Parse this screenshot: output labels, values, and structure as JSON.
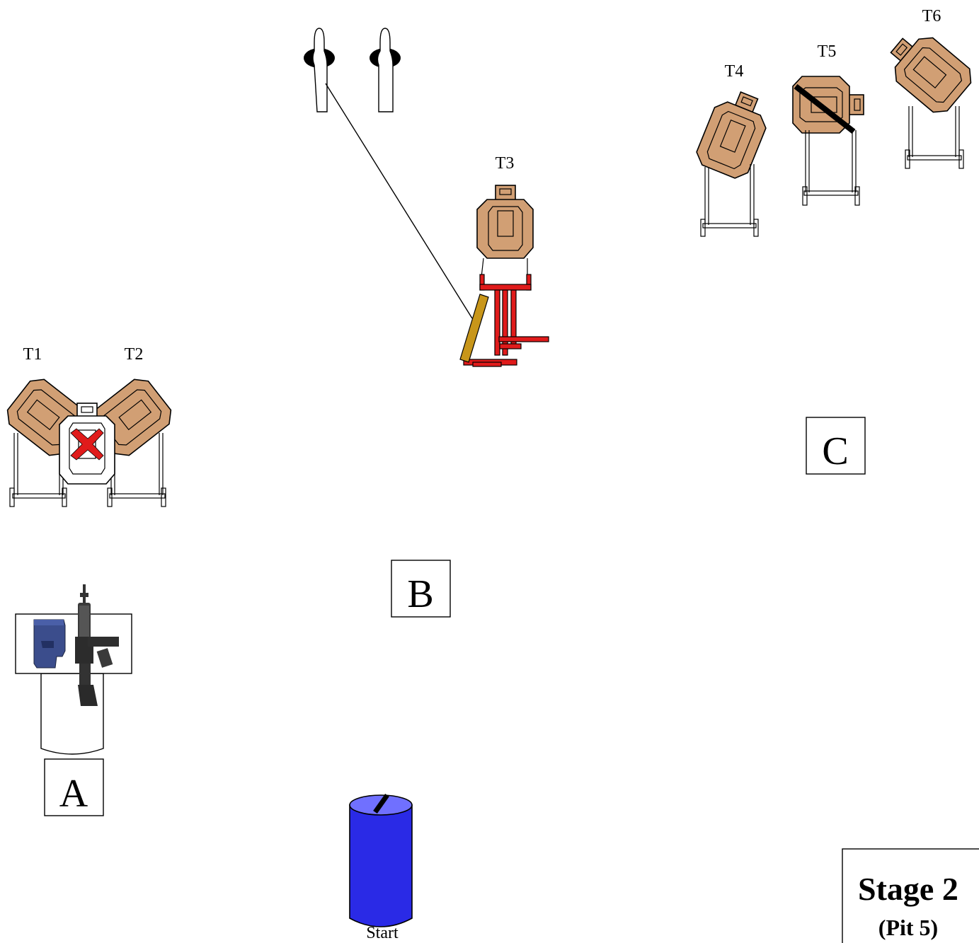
{
  "targets": {
    "t1": "T1",
    "t2": "T2",
    "t3": "T3",
    "t4": "T4",
    "t5": "T5",
    "t6": "T6"
  },
  "positions": {
    "a": "A",
    "b": "B",
    "c": "C"
  },
  "start_label": "Start",
  "stage_box": {
    "title": "Stage 2",
    "subtitle": "(Pit 5)"
  },
  "colors": {
    "target_tan": "#d19f74",
    "activator_red": "#e01b1b",
    "barrel_blue": "#2a2ae6",
    "barrel_top": "#7070ff",
    "swinger_arm": "#c8961a",
    "no_shoot_x": "#e01b1b"
  },
  "icons": {
    "pistol": "pistol-icon",
    "rifle": "rifle-icon"
  }
}
